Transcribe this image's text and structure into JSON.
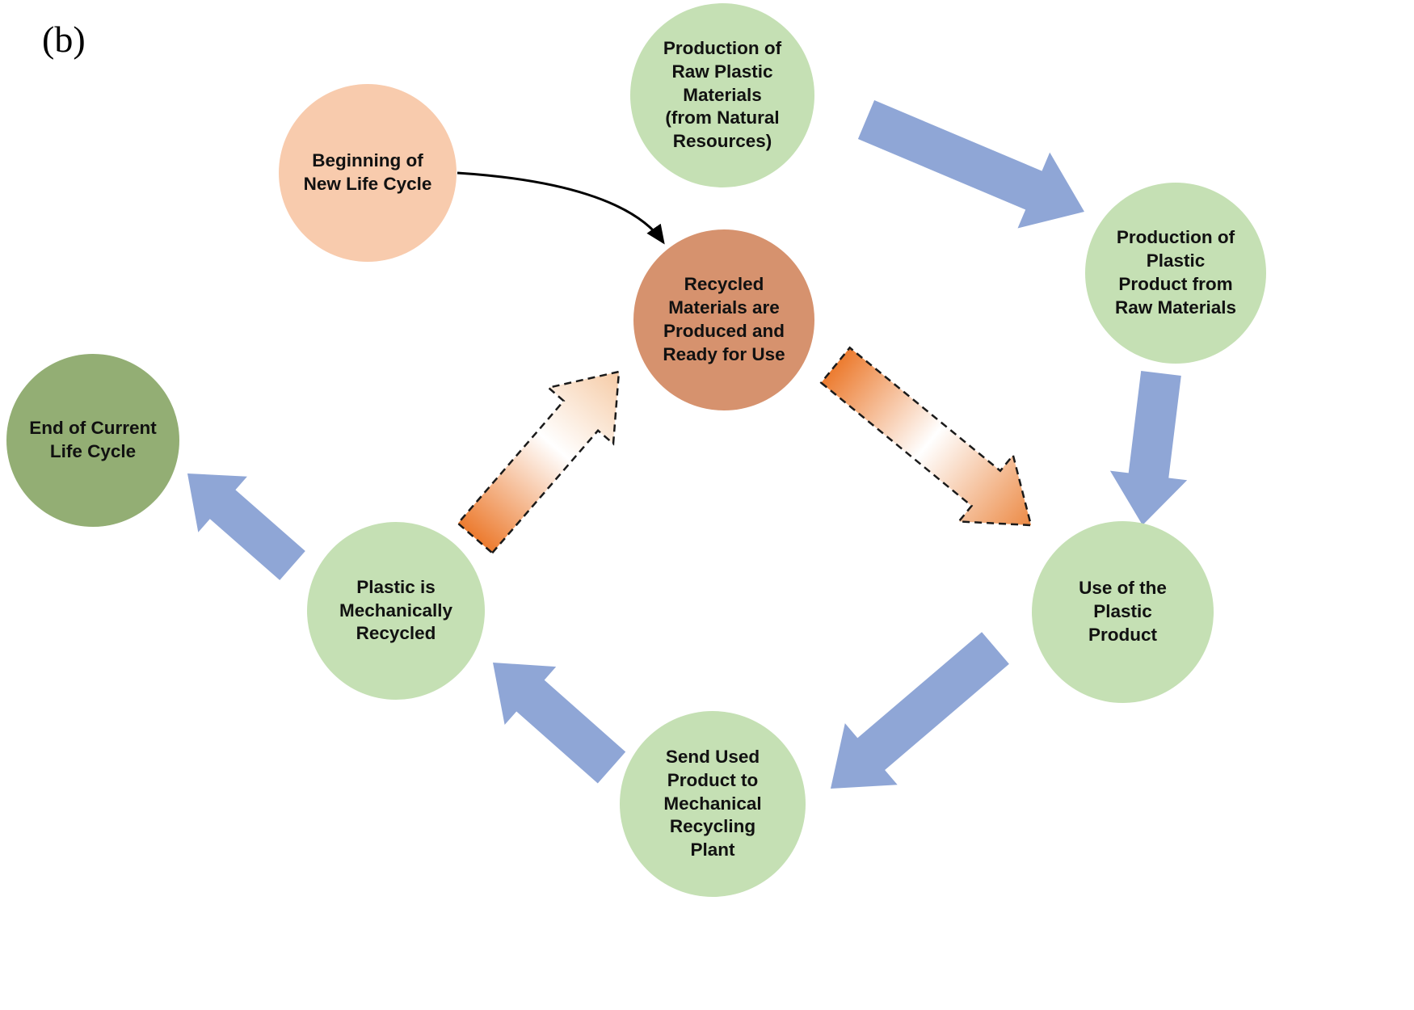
{
  "figure_label": "(b)",
  "colors": {
    "light_green": "#c5e0b4",
    "peach": "#f8cbad",
    "terracotta": "#d6926e",
    "dark_green": "#93ae74",
    "arrow_blue": "#8fa6d6",
    "arrow_orange": "#ec7b2f",
    "text": "#111111"
  },
  "nodes": [
    {
      "id": "raw-materials",
      "text": "Production of\nRaw Plastic\nMaterials\n(from Natural\nResources)",
      "color": "#c5e0b4"
    },
    {
      "id": "beginning",
      "text": "Beginning of\nNew Life Cycle",
      "color": "#f8cbad"
    },
    {
      "id": "plastic-product",
      "text": "Production of\nPlastic\nProduct from\nRaw Materials",
      "color": "#c5e0b4"
    },
    {
      "id": "recycled-materials",
      "text": "Recycled\nMaterials are\nProduced and\nReady for Use",
      "color": "#d6926e"
    },
    {
      "id": "end-of-cycle",
      "text": "End of Current\nLife Cycle",
      "color": "#93ae74"
    },
    {
      "id": "mechanically-recycled",
      "text": "Plastic is\nMechanically\nRecycled",
      "color": "#c5e0b4"
    },
    {
      "id": "use-of-product",
      "text": "Use of the\nPlastic\nProduct",
      "color": "#c5e0b4"
    },
    {
      "id": "send-to-plant",
      "text": "Send Used\nProduct to\nMechanical\nRecycling\nPlant",
      "color": "#c5e0b4"
    }
  ],
  "connections": [
    {
      "from": "Production of Raw Plastic Materials (from Natural Resources)",
      "to": "Production of Plastic Product from Raw Materials",
      "style": "solid-blue"
    },
    {
      "from": "Production of Plastic Product from Raw Materials",
      "to": "Use of the Plastic Product",
      "style": "solid-blue"
    },
    {
      "from": "Use of the Plastic Product",
      "to": "Send Used Product to Mechanical Recycling Plant",
      "style": "solid-blue"
    },
    {
      "from": "Send Used Product to Mechanical Recycling Plant",
      "to": "Plastic is Mechanically Recycled",
      "style": "solid-blue"
    },
    {
      "from": "Plastic is Mechanically Recycled",
      "to": "End of Current Life Cycle",
      "style": "solid-blue"
    },
    {
      "from": "Plastic is Mechanically Recycled",
      "to": "Recycled Materials are Produced and Ready for Use",
      "style": "dashed-orange-gradient"
    },
    {
      "from": "Recycled Materials are Produced and Ready for Use",
      "to": "Use of the Plastic Product",
      "style": "dashed-orange-gradient"
    },
    {
      "from": "Beginning of New Life Cycle",
      "to": "Recycled Materials are Produced and Ready for Use",
      "style": "thin-black-curve"
    }
  ]
}
